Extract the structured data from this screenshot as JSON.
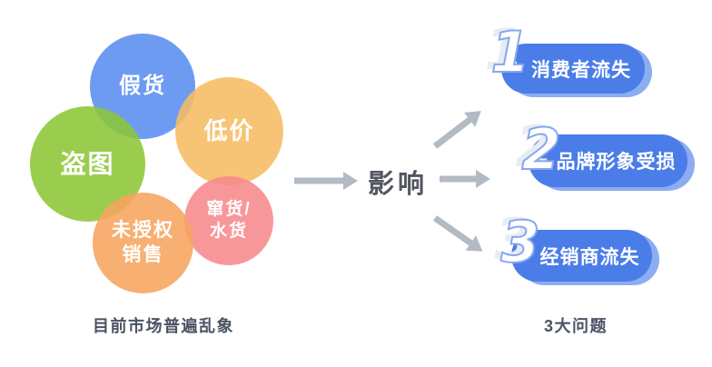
{
  "left_group": {
    "caption": "目前市场普遍乱象",
    "bubbles": [
      {
        "id": "fake-goods",
        "line1": "假货",
        "line2": "",
        "color": "#5a8df0"
      },
      {
        "id": "low-price",
        "line1": "低价",
        "line2": "",
        "color": "#f6bc63"
      },
      {
        "id": "stolen-images",
        "line1": "盗图",
        "line2": "",
        "color": "#8cc636"
      },
      {
        "id": "gray-market",
        "line1": "窜货/",
        "line2": "水货",
        "color": "#f7898c"
      },
      {
        "id": "unauthorized-sales",
        "line1": "未授权",
        "line2": "销售",
        "color": "#f7a45e"
      }
    ]
  },
  "center": {
    "label": "影响",
    "arrow_color": "#b2bac3"
  },
  "right_group": {
    "caption": "3大问题",
    "pill_color": "#4b7de8",
    "pill_echo_color": "#8badf2",
    "items": [
      {
        "number": "1",
        "label": "消费者流失"
      },
      {
        "number": "2",
        "label": "品牌形象受损"
      },
      {
        "number": "3",
        "label": "经销商流失"
      }
    ]
  }
}
